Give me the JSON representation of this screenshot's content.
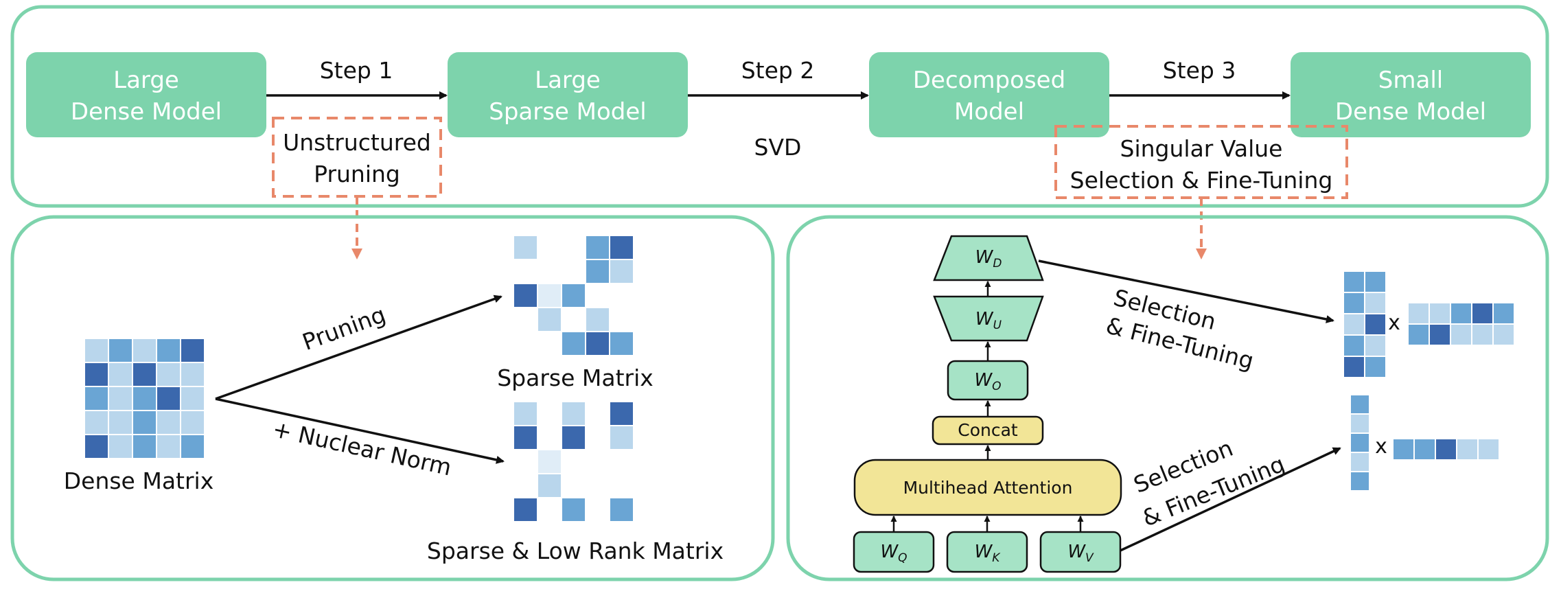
{
  "pipeline": {
    "models": [
      {
        "line1": "Large",
        "line2": "Dense Model"
      },
      {
        "line1": "Large",
        "line2": "Sparse Model"
      },
      {
        "line1": "Decomposed",
        "line2": "Model"
      },
      {
        "line1": "Small",
        "line2": "Dense Model"
      }
    ],
    "steps": [
      "Step 1",
      "Step 2",
      "Step 3"
    ],
    "notes": {
      "step1_line1": "Unstructured",
      "step1_line2": "Pruning",
      "step2": "SVD",
      "step3_line1": "Singular Value",
      "step3_line2": "Selection & Fine-Tuning"
    }
  },
  "left_panel": {
    "dense_label": "Dense Matrix",
    "pruning_label": "Pruning",
    "nuclear_label": "+ Nuclear Norm",
    "sparse_label": "Sparse Matrix",
    "sparse_lowrank_label": "Sparse & Low Rank Matrix"
  },
  "right_panel": {
    "wd": "W",
    "wd_sub": "D",
    "wu": "W",
    "wu_sub": "U",
    "wo": "W",
    "wo_sub": "O",
    "concat": "Concat",
    "mha": "Multihead Attention",
    "wq": "W",
    "wq_sub": "Q",
    "wk": "W",
    "wk_sub": "K",
    "wv": "W",
    "wv_sub": "V",
    "sel_top_line1": "Selection",
    "sel_top_line2": "& Fine-Tuning",
    "sel_bot_line1": "Selection",
    "sel_bot_line2": "& Fine-Tuning",
    "times_top": "x",
    "times_bot": "x"
  },
  "colors": {
    "accent_green": "#7dd3ac",
    "dashed_orange": "#e8886a",
    "matrix_dark": "#3b68ad",
    "matrix_mid": "#6aa5d4",
    "matrix_light": "#b9d6ec",
    "matrix_pale": "#e0edf7"
  }
}
